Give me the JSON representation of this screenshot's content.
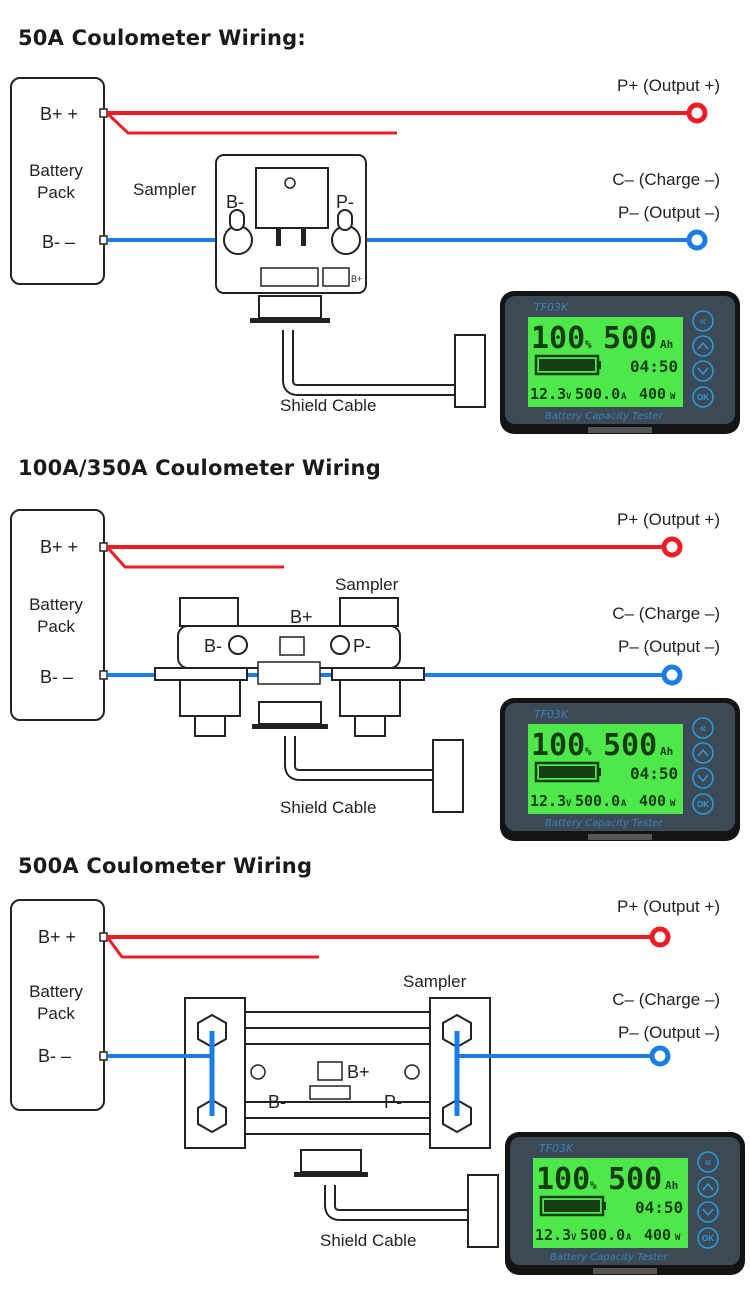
{
  "sections": [
    {
      "title": "50A Coulometer Wiring:",
      "battery": {
        "label_line1": "Battery",
        "label_line2": "Pack",
        "bplus": "B+ +",
        "bminus": "B-  –"
      },
      "sampler_label": "Sampler",
      "sampler_bminus": "B-",
      "sampler_pminus": "P-",
      "sampler_bplus": "B+",
      "cable_label": "Shield Cable",
      "outputs": {
        "pplus": "P+ (Output +)",
        "cminus": "C– (Charge –)",
        "pminus": "P– (Output –)"
      }
    },
    {
      "title": "100A/350A Coulometer Wiring",
      "battery": {
        "label_line1": "Battery",
        "label_line2": "Pack",
        "bplus": "B+ +",
        "bminus": "B-  –"
      },
      "sampler_label": "Sampler",
      "sampler_bminus": "B-",
      "sampler_pminus": "P-",
      "sampler_bplus": "B+",
      "cable_label": "Shield Cable",
      "outputs": {
        "pplus": "P+ (Output +)",
        "cminus": "C– (Charge –)",
        "pminus": "P– (Output –)"
      }
    },
    {
      "title": "500A Coulometer Wiring",
      "battery": {
        "label_line1": "Battery",
        "label_line2": "Pack",
        "bplus": "B+ +",
        "bminus": "B-  –"
      },
      "sampler_label": "Sampler",
      "sampler_bminus": "B-",
      "sampler_pminus": "P-",
      "sampler_bplus": "B+",
      "cable_label": "Shield Cable",
      "outputs": {
        "pplus": "P+ (Output +)",
        "cminus": "C– (Charge –)",
        "pminus": "P– (Output –)"
      }
    }
  ],
  "display": {
    "model": "TF03K",
    "soc": "100",
    "soc_unit": "%",
    "capacity": "500",
    "capacity_unit": "Ah",
    "time": "04:50",
    "voltage": "12.3",
    "voltage_unit": "V",
    "current": "500.0",
    "current_unit": "A",
    "power": "400",
    "power_unit": "W",
    "footer": "Battery Capacity Tester",
    "battery_level": 1.0,
    "buttons": [
      "back",
      "up",
      "down",
      "OK"
    ],
    "ok_label": "OK"
  },
  "colors": {
    "positive_wire": "#ee1c24",
    "negative_wire": "#1a7ce8",
    "lcd": "#4ee84a",
    "device_body": "#3c4a56"
  }
}
